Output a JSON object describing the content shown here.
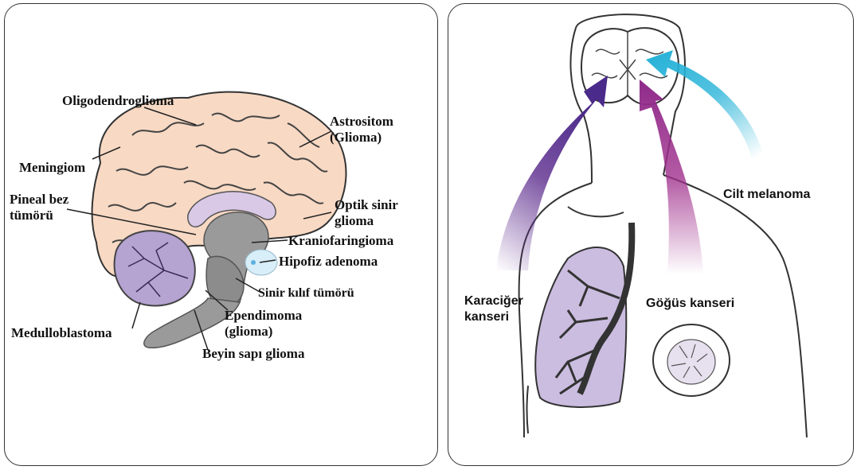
{
  "brain_panel": {
    "labels": {
      "oligodendroglioma": "Oligodendroglioma",
      "astrositom": "Astrositom\n(Glioma)",
      "meningiom": "Meningiom",
      "pineal": "Pineal bez\ntümörü",
      "optik": "Optik sinir\nglioma",
      "kraniofaringioma": "Kraniofaringioma",
      "hipofiz": "Hipofiz adenoma",
      "sinir_kilif": "Sinir kılıf tümörü",
      "ependimoma": "Ependimoma\n(glioma)",
      "medulloblastoma": "Medulloblastoma",
      "beyin_sapi": "Beyin sapı glioma"
    }
  },
  "metastasis_panel": {
    "labels": {
      "cilt": "Cilt melanoma",
      "karaciger": "Karaciğer\nkanseri",
      "gogus": "Göğüs kanseri"
    }
  }
}
